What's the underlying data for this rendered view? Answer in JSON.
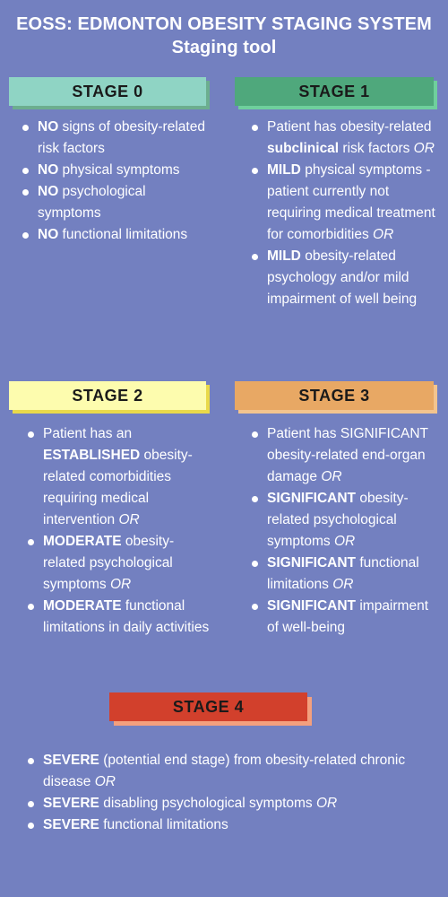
{
  "header": {
    "title_line1": "EOSS: EDMONTON OBESITY STAGING SYSTEM",
    "title_line2": "Staging tool"
  },
  "colors": {
    "background": "#7380c0",
    "stage0": "#8fd4c4",
    "stage1": "#4fa87c",
    "stage2": "#fdfcae",
    "stage3": "#e8a864",
    "stage4": "#d2402c"
  },
  "stages": [
    {
      "label": "STAGE 0",
      "items": [
        [
          {
            "t": "NO",
            "b": true
          },
          {
            "t": " signs of obesity-related risk factors"
          }
        ],
        [
          {
            "t": "NO",
            "b": true
          },
          {
            "t": " physical symptoms"
          }
        ],
        [
          {
            "t": "NO",
            "b": true
          },
          {
            "t": " psychological symptoms"
          }
        ],
        [
          {
            "t": "NO",
            "b": true
          },
          {
            "t": " functional limitations"
          }
        ]
      ]
    },
    {
      "label": "STAGE 1",
      "items": [
        [
          {
            "t": "Patient has obesity-related "
          },
          {
            "t": "subclinical",
            "b": true
          },
          {
            "t": " risk factors "
          },
          {
            "t": "OR",
            "i": true
          }
        ],
        [
          {
            "t": "MILD",
            "b": true
          },
          {
            "t": " physical symptoms - patient currently not requiring medical treatment for comorbidities "
          },
          {
            "t": "OR",
            "i": true
          }
        ],
        [
          {
            "t": "MILD",
            "b": true
          },
          {
            "t": " obesity-related psychology and/or mild impairment of well being"
          }
        ]
      ]
    },
    {
      "label": "STAGE 2",
      "items": [
        [
          {
            "t": "Patient has an "
          },
          {
            "t": "ESTABLISHED",
            "b": true
          },
          {
            "t": " obesity-related comorbidities requiring medical intervention "
          },
          {
            "t": "OR",
            "i": true
          }
        ],
        [
          {
            "t": "MODERATE",
            "b": true
          },
          {
            "t": " obesity-related psychological symptoms "
          },
          {
            "t": "OR",
            "i": true
          }
        ],
        [
          {
            "t": "MODERATE",
            "b": true
          },
          {
            "t": " functional limitations in daily activities"
          }
        ]
      ]
    },
    {
      "label": "STAGE 3",
      "items": [
        [
          {
            "t": "Patient has SIGNIFICANT obesity-related end-organ damage "
          },
          {
            "t": "OR",
            "i": true
          }
        ],
        [
          {
            "t": "SIGNIFICANT",
            "b": true
          },
          {
            "t": " obesity-related psychological symptoms "
          },
          {
            "t": "OR",
            "i": true
          }
        ],
        [
          {
            "t": "SIGNIFICANT",
            "b": true
          },
          {
            "t": " functional limitations "
          },
          {
            "t": "OR",
            "i": true
          }
        ],
        [
          {
            "t": "SIGNIFICANT",
            "b": true
          },
          {
            "t": " impairment of well-being"
          }
        ]
      ]
    },
    {
      "label": "STAGE 4",
      "items": [
        [
          {
            "t": "SEVERE",
            "b": true
          },
          {
            "t": " (potential  end stage) from obesity-related chronic disease "
          },
          {
            "t": "OR",
            "i": true
          }
        ],
        [
          {
            "t": "SEVERE",
            "b": true
          },
          {
            "t": " disabling psychological symptoms "
          },
          {
            "t": "OR",
            "i": true
          }
        ],
        [
          {
            "t": "SEVERE",
            "b": true
          },
          {
            "t": " functional limitations"
          }
        ]
      ]
    }
  ]
}
